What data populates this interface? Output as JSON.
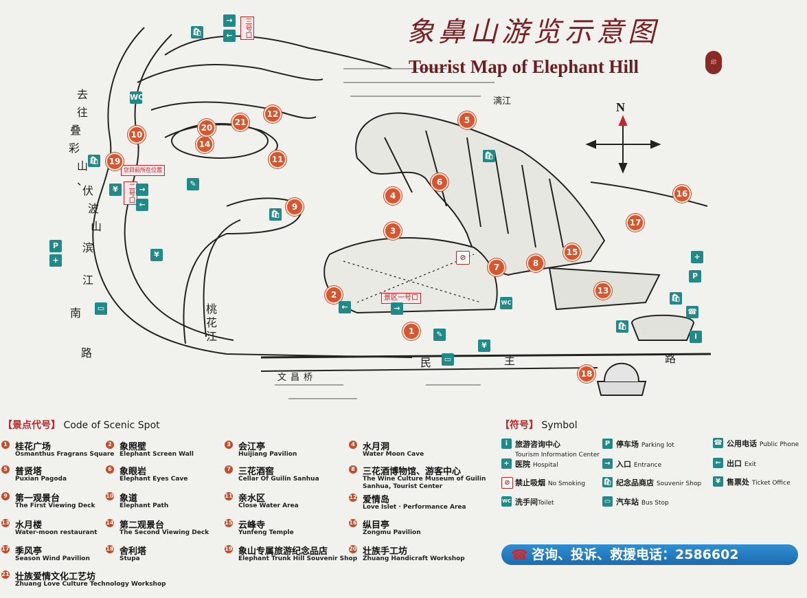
{
  "title_cn": "象鼻山游览示意图",
  "title_en": "Tourist Map of Elephant Hill",
  "compass": "N",
  "map_labels": {
    "li_river": "漓江",
    "taohua_river": "桃花江",
    "wenchang_bridge": "文昌桥",
    "minzhu_road": [
      "民",
      "主",
      "路"
    ],
    "binjiang_road": [
      "滨",
      "江",
      "南",
      "路"
    ],
    "to_hills": [
      "去",
      "往",
      "叠",
      "彩",
      "山",
      "、",
      "伏",
      "波",
      "山"
    ],
    "gate1": "景区一号口",
    "gate2": "二号口",
    "gate3": "三号口",
    "you_are_here": "您目前所在位置"
  },
  "spots_on_map": [
    "1",
    "2",
    "3",
    "4",
    "5",
    "6",
    "7",
    "8",
    "9",
    "10",
    "11",
    "12",
    "13",
    "14",
    "15",
    "16",
    "17",
    "18",
    "19",
    "20",
    "21"
  ],
  "legend": {
    "spots_title_cn": "【景点代号】",
    "spots_title_en": "Code of Scenic Spot",
    "spots": [
      {
        "n": "1",
        "cn": "桂花广场",
        "en": "Osmanthus Fragrans Square"
      },
      {
        "n": "2",
        "cn": "象照壁",
        "en": "Elephant Screen Wall"
      },
      {
        "n": "3",
        "cn": "会江亭",
        "en": "Huijiang Pavilion"
      },
      {
        "n": "4",
        "cn": "水月洞",
        "en": "Water Moon Cave"
      },
      {
        "n": "5",
        "cn": "普贤塔",
        "en": "Puxian Pagoda"
      },
      {
        "n": "6",
        "cn": "象眼岩",
        "en": "Elephant Eyes Cave"
      },
      {
        "n": "7",
        "cn": "三花酒窖",
        "en": "Cellar Of Guilin Sanhua"
      },
      {
        "n": "8",
        "cn": "三花酒博物馆、游客中心",
        "en": "The Wine Culture Museum of Guilin Sanhua, Tourist Center"
      },
      {
        "n": "9",
        "cn": "第一观景台",
        "en": "The First Viewing Deck"
      },
      {
        "n": "10",
        "cn": "象道",
        "en": "Elephant Path"
      },
      {
        "n": "11",
        "cn": "亲水区",
        "en": "Close Water Area"
      },
      {
        "n": "12",
        "cn": "爱情岛",
        "en": "Love Islet · Performance Area"
      },
      {
        "n": "13",
        "cn": "水月楼",
        "en": "Water-moon restaurant"
      },
      {
        "n": "14",
        "cn": "第二观景台",
        "en": "The Second Viewing Deck"
      },
      {
        "n": "15",
        "cn": "云峰寺",
        "en": "Yunfeng Temple"
      },
      {
        "n": "16",
        "cn": "纵目亭",
        "en": "Zongmu Pavilion"
      },
      {
        "n": "17",
        "cn": "季风亭",
        "en": "Season Wind Pavilion"
      },
      {
        "n": "18",
        "cn": "舍利塔",
        "en": "Stupa"
      },
      {
        "n": "19",
        "cn": "象山专属旅游纪念品店",
        "en": "Elephant Trunk Hill Souvenir Shop"
      },
      {
        "n": "20",
        "cn": "壮族手工坊",
        "en": "Zhuang Handicraft Workshop"
      },
      {
        "n": "21",
        "cn": "壮族爱情文化工艺坊",
        "en": "Zhuang Love Culture Technology Workshop"
      }
    ],
    "symbol_title_cn": "【符号】",
    "symbol_title_en": "Symbol",
    "symbols": [
      {
        "icon": "i",
        "cn": "旅游咨询中心",
        "en": "Tourism Information Center"
      },
      {
        "icon": "P",
        "cn": "停车场",
        "en": "Parking lot"
      },
      {
        "icon": "☎",
        "cn": "公用电话",
        "en": "Public Phone"
      },
      {
        "icon": "+",
        "cn": "医院",
        "en": "Hospital"
      },
      {
        "icon": "→",
        "cn": "入口",
        "en": "Entrance"
      },
      {
        "icon": "←",
        "cn": "出口",
        "en": "Exit"
      },
      {
        "icon": "⊘",
        "cn": "禁止吸烟",
        "en": "No Smoking"
      },
      {
        "icon": "🛍",
        "cn": "纪念品商店",
        "en": "Souvenir Shop"
      },
      {
        "icon": "¥",
        "cn": "售票处",
        "en": "Ticket Office"
      },
      {
        "icon": "WC",
        "cn": "洗手间",
        "en": "Toilet"
      },
      {
        "icon": "▭",
        "cn": "汽车站",
        "en": "Bus Stop"
      }
    ]
  },
  "hotline": "咨询、投诉、救援电话：2586602",
  "colors": {
    "spot": "#d8552e",
    "symbol": "#1f8a87",
    "title": "#7a1f23",
    "hotline": "#1c6cb2"
  }
}
